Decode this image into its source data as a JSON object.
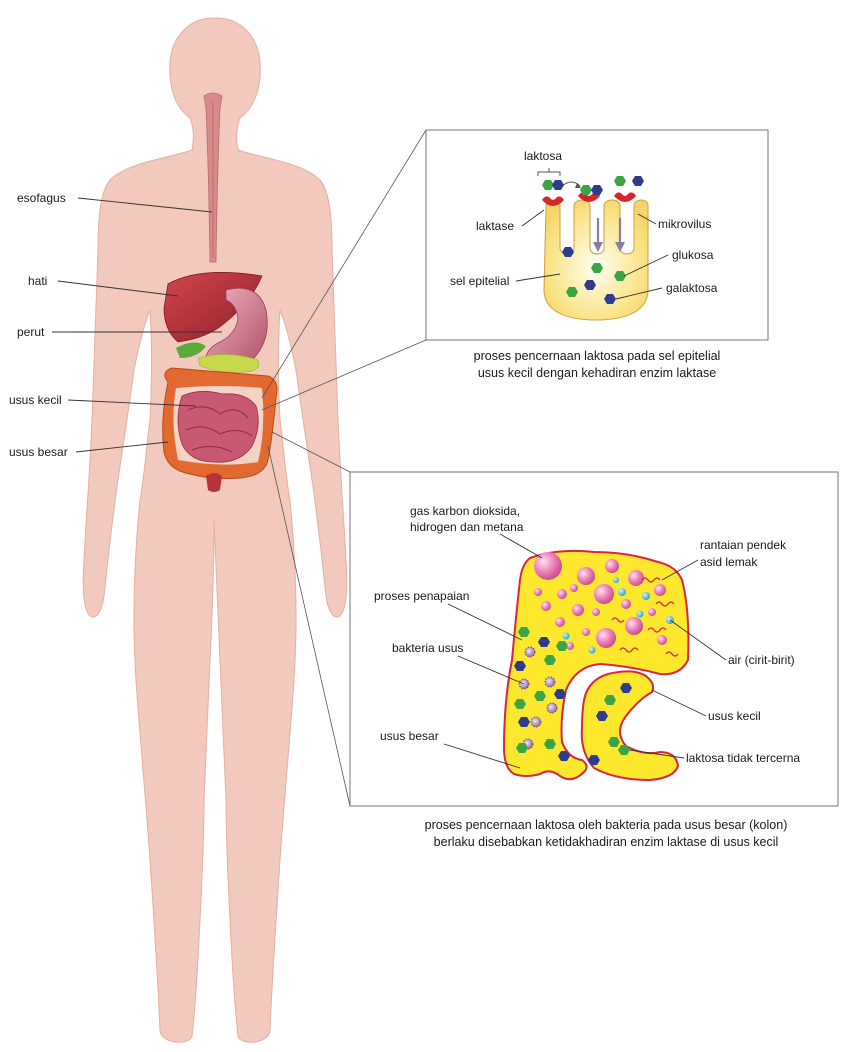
{
  "body_labels": {
    "esophagus": "esofagus",
    "liver": "hati",
    "stomach": "perut",
    "small_intestine": "usus kecil",
    "large_intestine": "usus besar"
  },
  "epithelial_panel": {
    "lactose": "laktosa",
    "lactase": "laktase",
    "microvillus": "mikrovilus",
    "glucose": "glukosa",
    "epithelial_cell": "sel epitelial",
    "galactose": "galaktosa",
    "caption_line1": "proses pencernaan laktosa pada sel epitelial",
    "caption_line2": "usus kecil dengan kehadiran enzim laktase"
  },
  "colon_panel": {
    "gas_line1": "gas karbon dioksida,",
    "gas_line2": "hidrogen dan metana",
    "fatty_acid_line1": "rantaian pendek",
    "fatty_acid_line2": "asid lemak",
    "fermentation": "proses penapaian",
    "bacteria": "bakteria usus",
    "water": "air (cirit-birit)",
    "small_intestine": "usus kecil",
    "large_intestine": "usus besar",
    "undigested_lactose": "laktosa tidak tercerna",
    "caption_line1": "proses pencernaan laktosa oleh bakteria pada usus besar (kolon)",
    "caption_line2": "berlaku disebabkan ketidakhadiran enzim laktase di usus kecil"
  },
  "colors": {
    "skin": "#f2c9bc",
    "skin_edge": "#e0ab9c",
    "liver": "#b8323a",
    "stomach": "#d27d8e",
    "large_intestine": "#e2692f",
    "small_intestine": "#c95872",
    "cell_fill": "#fbe585",
    "colon_fill": "#fde82e",
    "colon_border": "#d9263f",
    "glucose_hex": "#3ba445",
    "galactose_hex": "#2e3c8c",
    "bubble": "#ef86bb",
    "water_drop": "#33aacc",
    "bacteria": "#9b76b5"
  }
}
